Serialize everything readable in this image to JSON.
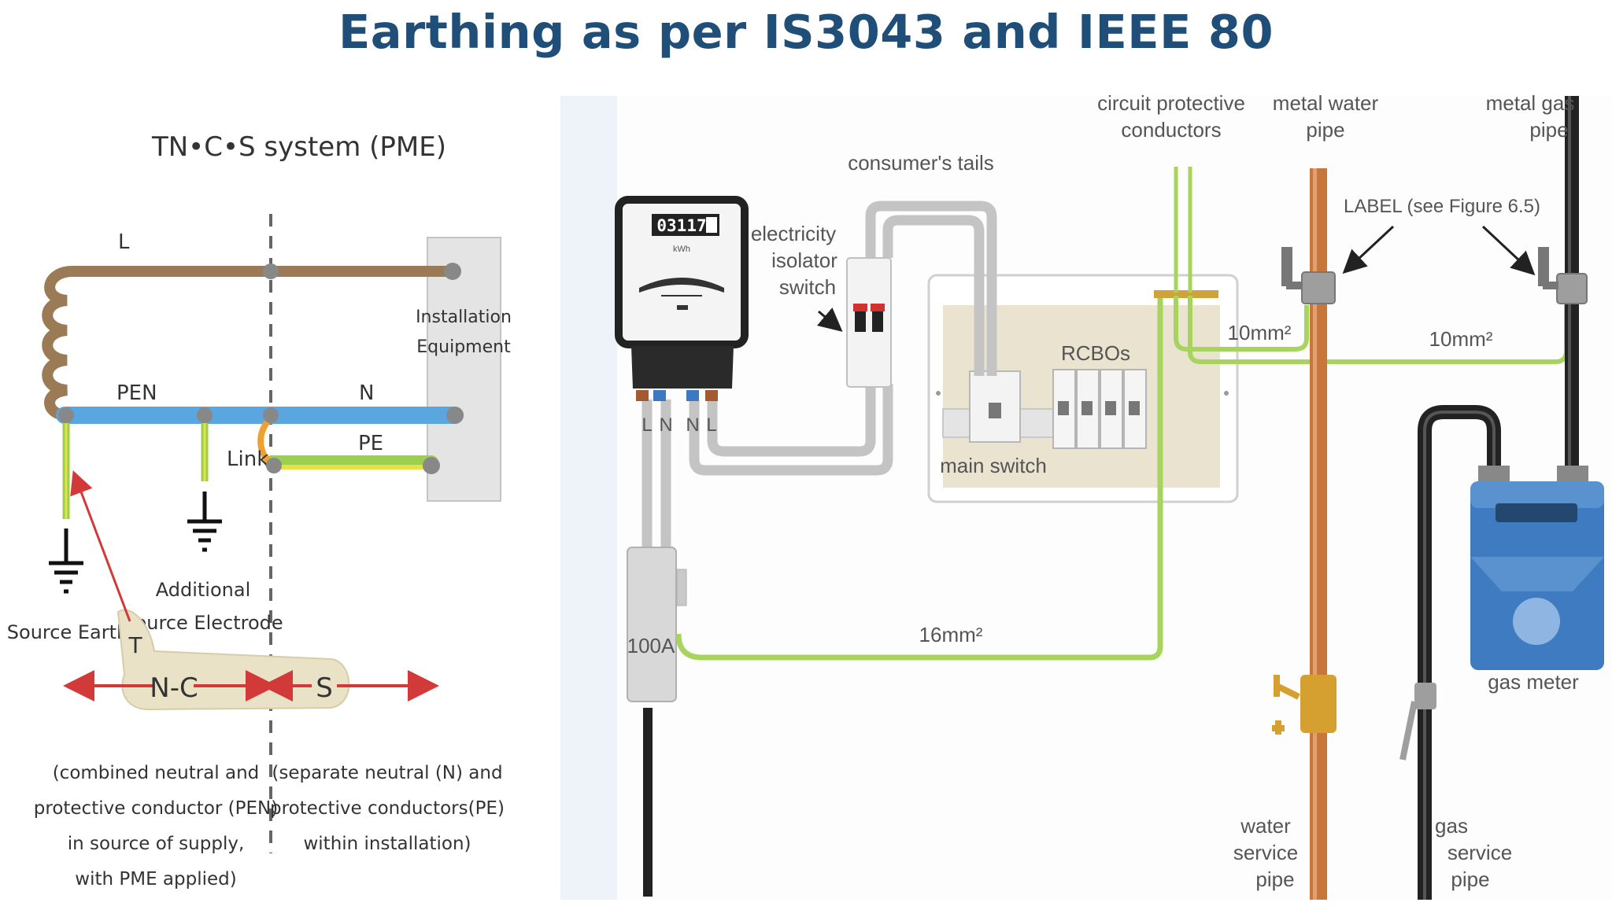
{
  "slide": {
    "title": "Earthing as per IS3043 and IEEE 80"
  },
  "left_diagram": {
    "title": "TN•C•S system (PME)",
    "line_l": "L",
    "line_pen": "PEN",
    "line_n": "N",
    "line_pe": "PE",
    "link": "Link",
    "equipment_line1": "Installation",
    "equipment_line2": "Equipment",
    "source_earth": "Source Earth",
    "additional_line1": "Additional",
    "additional_line2": "Source Electrode",
    "letter_t": "T",
    "nc": "N-C",
    "s": "S",
    "nc_desc": [
      "(combined neutral and",
      "protective conductor (PEN)",
      "in source of supply,",
      "with PME applied)"
    ],
    "s_desc": [
      "(separate neutral (N) and",
      "protective conductors(PE)",
      "within installation)"
    ]
  },
  "right_diagram": {
    "meter_reading": "03117",
    "meter_unit": "kWh",
    "terminals": [
      "L",
      "N",
      "N",
      "L"
    ],
    "isolator": [
      "electricity",
      "isolator",
      "switch"
    ],
    "consumers_tails": "consumer's tails",
    "cpc": [
      "circuit protective",
      "conductors"
    ],
    "water_pipe_top": [
      "metal water",
      "pipe"
    ],
    "gas_pipe_top": [
      "metal gas",
      "pipe"
    ],
    "label_note": "LABEL (see Figure 6.5)",
    "size_10_a": "10mm²",
    "size_10_b": "10mm²",
    "size_16": "16mm²",
    "rcbos": "RCBOs",
    "main_switch": "main switch",
    "fuse": "100A",
    "gas_meter": "gas meter",
    "water_service": [
      "water",
      "service",
      "pipe"
    ],
    "gas_service": [
      "gas",
      "service",
      "pipe"
    ]
  },
  "colors": {
    "title": "#1f4e79",
    "line_brown": "#9b7b55",
    "pen_blue": "#5aa6e0",
    "earth_green": "#9bcf4e",
    "earth_yellow": "#e8e04a",
    "copper": "#c9763a",
    "gas_meter_blue": "#3f7bc0",
    "arrow_red": "#d23a3a"
  }
}
